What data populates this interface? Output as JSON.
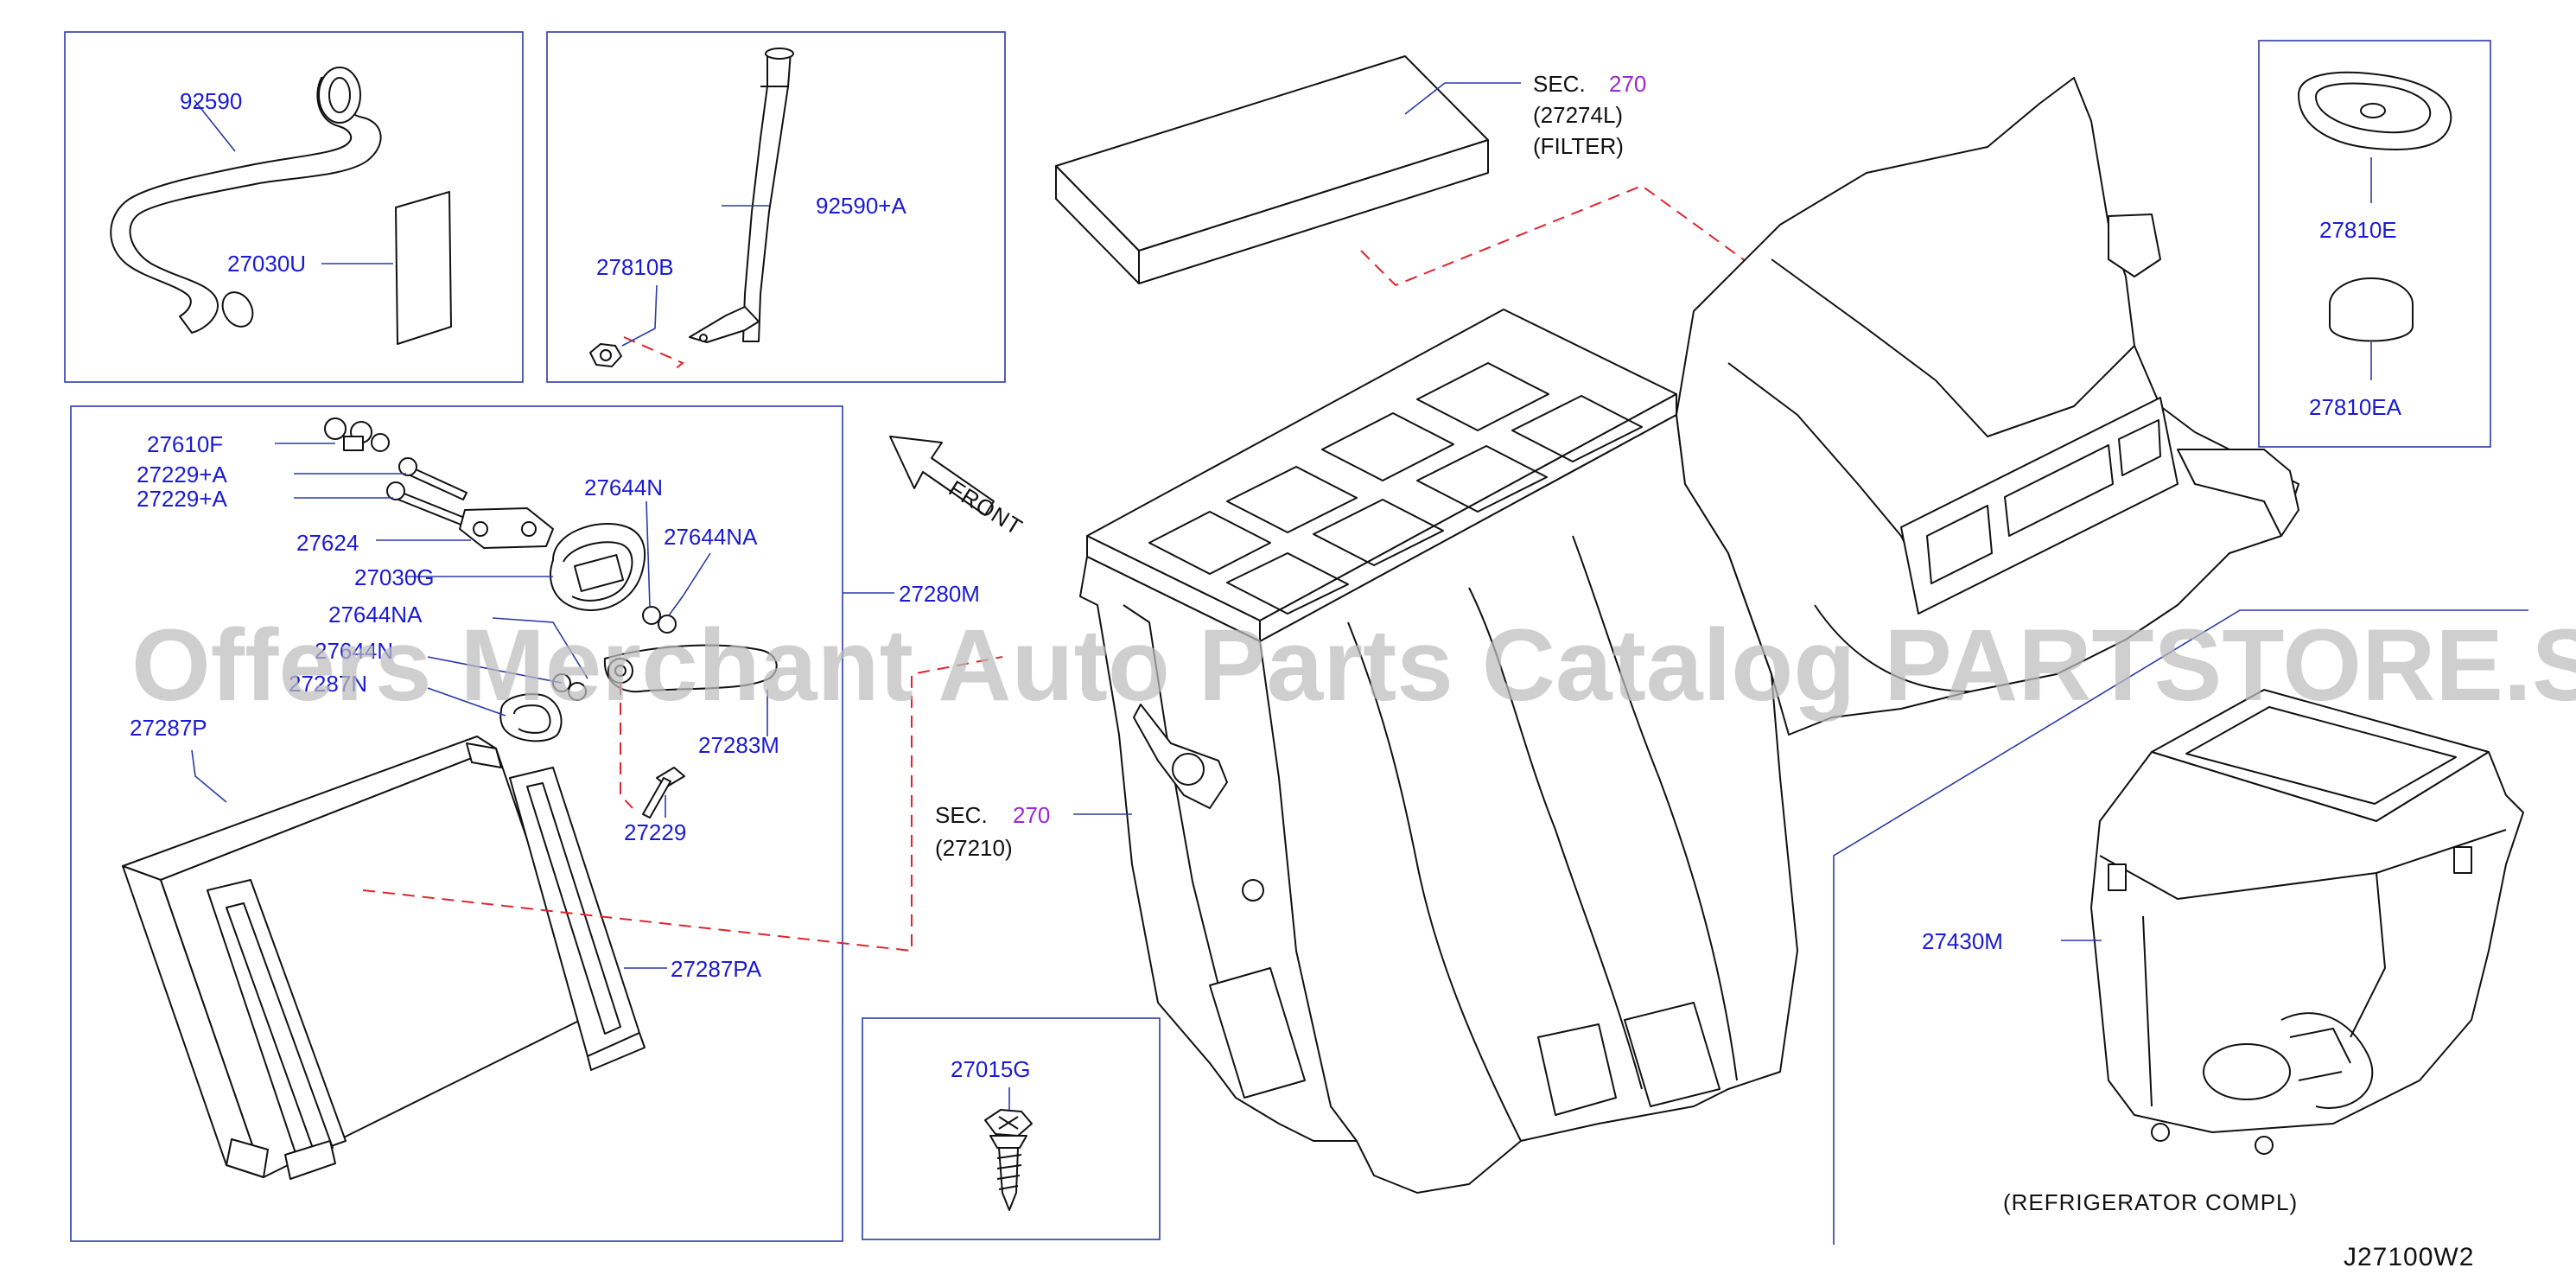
{
  "labels": {
    "p92590": "92590",
    "p27030U": "27030U",
    "p27810B": "27810B",
    "p92590A": "92590+A",
    "p27610F": "27610F",
    "p27229A_1": "27229+A",
    "p27229A_2": "27229+A",
    "p27624": "27624",
    "p27030G": "27030G",
    "p27644N": "27644N",
    "p27644NA": "27644NA",
    "p27644NA_2": "27644NA",
    "p27644N_2": "27644N",
    "p27287N": "27287N",
    "p27287P": "27287P",
    "p27283M": "27283M",
    "p27229": "27229",
    "p27287PA": "27287PA",
    "p27280M": "27280M",
    "p27015G": "27015G",
    "p27810E": "27810E",
    "p27810EA": "27810EA",
    "p27430M": "27430M"
  },
  "sec_filter": {
    "sec": "SEC.",
    "num": "270",
    "part": "(27274L)",
    "name": "(FILTER)"
  },
  "sec_unit": {
    "sec": "SEC.",
    "num": "270",
    "part": "(27210)"
  },
  "front_label": "FRONT",
  "refrigerator_label": "(REFRIGERATOR   COMPL)",
  "diagram_ref": "J27100W2",
  "watermark": "Offers Merchant Auto Parts Catalog PARTSTORE.SA",
  "colors": {
    "label": "#1a1ad6",
    "section_number": "#9a27d6",
    "leader": "#2a3aa8",
    "dashed_link": "#e0242c",
    "line_art": "#111111"
  }
}
